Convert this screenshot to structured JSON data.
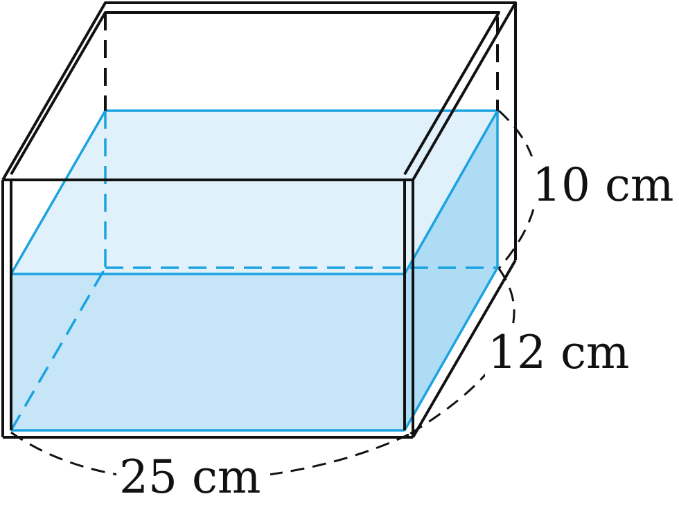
{
  "labels": {
    "height": "10 cm",
    "depth": "12 cm",
    "width": "25 cm"
  },
  "colors": {
    "outline": "#111111",
    "water_edge": "#1aa3e0",
    "water_front": "#c6e6f7",
    "water_top": "#e0f1fb",
    "water_side": "#aedcf5"
  }
}
